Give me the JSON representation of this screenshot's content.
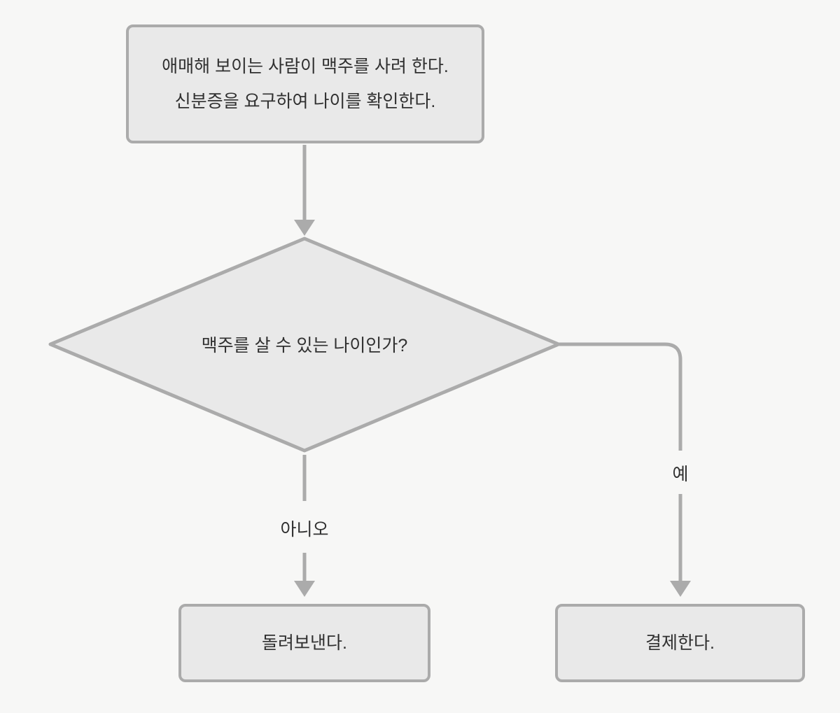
{
  "diagram": {
    "type": "flowchart",
    "nodes": {
      "start": {
        "shape": "rounded-rectangle",
        "text": "애매해 보이는 사람이 맥주를 사려 한다.\n신분증을 요구하여 나이를 확인한다."
      },
      "decision": {
        "shape": "diamond",
        "text": "맥주를 살 수 있는 나이인가?"
      },
      "reject": {
        "shape": "rounded-rectangle",
        "text": "돌려보낸다."
      },
      "pay": {
        "shape": "rounded-rectangle",
        "text": "결제한다."
      }
    },
    "edges": {
      "no_label": "아니오",
      "yes_label": "예"
    },
    "theme": {
      "background": "#f7f7f6",
      "node_fill": "#e9e9e9",
      "stroke": "#ababab",
      "text_color": "#303030"
    }
  }
}
